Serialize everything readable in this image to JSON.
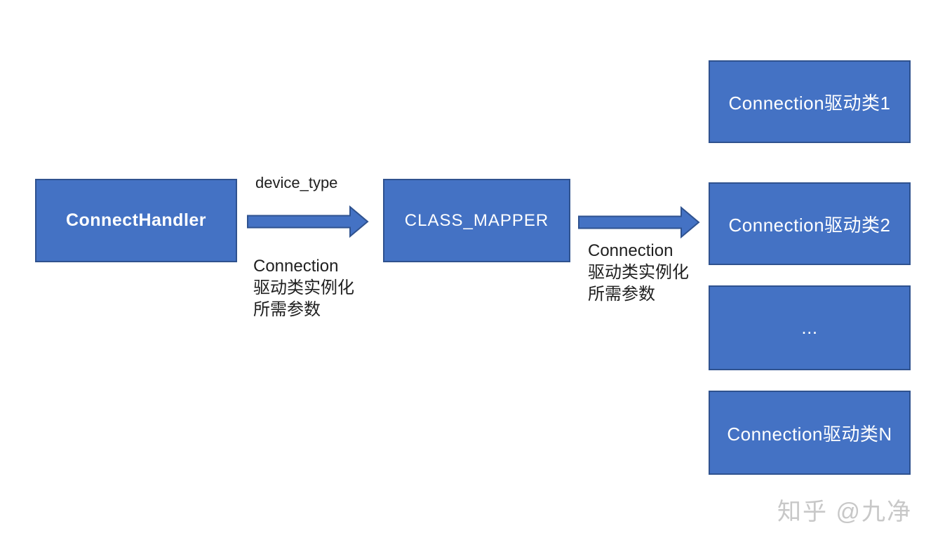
{
  "diagram": {
    "nodes": {
      "connect_handler": "ConnectHandler",
      "class_mapper": "CLASS_MAPPER",
      "driver_1": "Connection驱动类1",
      "driver_2": "Connection驱动类2",
      "driver_ellipsis": "...",
      "driver_n": "Connection驱动类N"
    },
    "edges": {
      "handler_to_mapper": {
        "top_label": "device_type",
        "bottom_label_lines": {
          "0": "Connection",
          "1": "驱动类实例化",
          "2": "所需参数"
        }
      },
      "mapper_to_drivers": {
        "label_lines": {
          "0": "Connection",
          "1": "驱动类实例化",
          "2": "所需参数"
        }
      }
    },
    "watermark": "知乎 @九净",
    "colors": {
      "node_fill": "#4472c4",
      "node_border": "#2f528f",
      "node_text": "#ffffff",
      "arrow_fill": "#4472c4",
      "arrow_border": "#2f528f",
      "label_text": "#1f1f1f",
      "watermark": "#c8c8c8"
    }
  }
}
